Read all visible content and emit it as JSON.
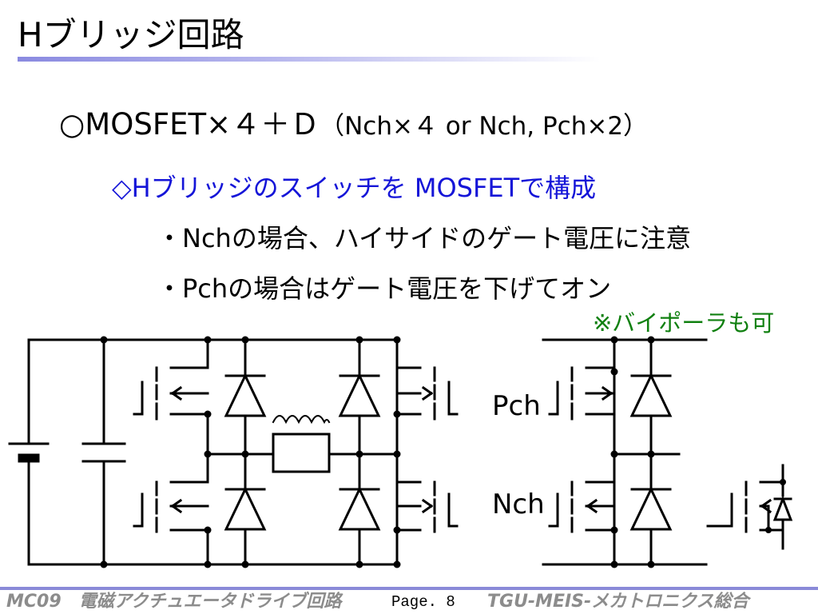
{
  "title": "Hブリッジ回路",
  "heading": {
    "main": "○MOSFET×４＋Ｄ",
    "paren": "（Nch×４ or Nch, Pch×2）"
  },
  "subheading": "◇Hブリッジのスイッチを MOSFETで構成",
  "bullets": [
    "・Nchの場合、ハイサイドのゲート電圧に注意",
    "・Pchの場合はゲート電圧を下げてオン"
  ],
  "note": "※バイポーラも可",
  "labels": {
    "pch": "Pch",
    "nch": "Nch"
  },
  "footer": {
    "left": "MC09　電磁アクチュエータドライブ回路",
    "page": "Page. 8",
    "right": "TGU-MEIS-メカトロニクス総合"
  },
  "colors": {
    "subheading": "#1515d8",
    "note": "#108010",
    "footer_text": "#8c8c8c",
    "title_bar": "#8a8ae0"
  }
}
